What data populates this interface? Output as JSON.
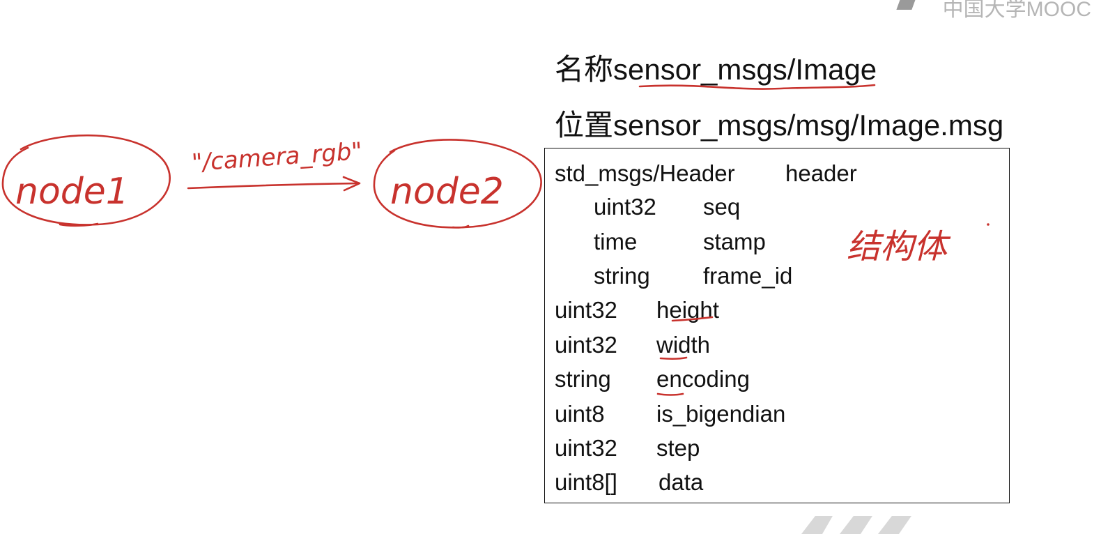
{
  "watermark": "中国大学MOOC",
  "message": {
    "name_line": "名称sensor_msgs/Image",
    "location_line": "位置sensor_msgs/msg/Image.msg",
    "fields": [
      {
        "type": "std_msgs/Header",
        "name": "header"
      },
      {
        "type": "uint32",
        "name": "seq"
      },
      {
        "type": "time",
        "name": "stamp"
      },
      {
        "type": "string",
        "name": "frame_id"
      },
      {
        "type": "uint32",
        "name": "height"
      },
      {
        "type": "uint32",
        "name": "width"
      },
      {
        "type": "string",
        "name": "encoding"
      },
      {
        "type": "uint8",
        "name": "is_bigendian"
      },
      {
        "type": "uint32",
        "name": "step"
      },
      {
        "type": "uint8[]",
        "name": "data"
      }
    ]
  },
  "handwriting": {
    "node1": "node1",
    "node2": "node2",
    "topic": "\"/camera_rgb\"",
    "struct_note": "结构体"
  },
  "colors": {
    "ink": "#c8322d",
    "text": "#111111",
    "watermark": "#b5b5b5"
  }
}
